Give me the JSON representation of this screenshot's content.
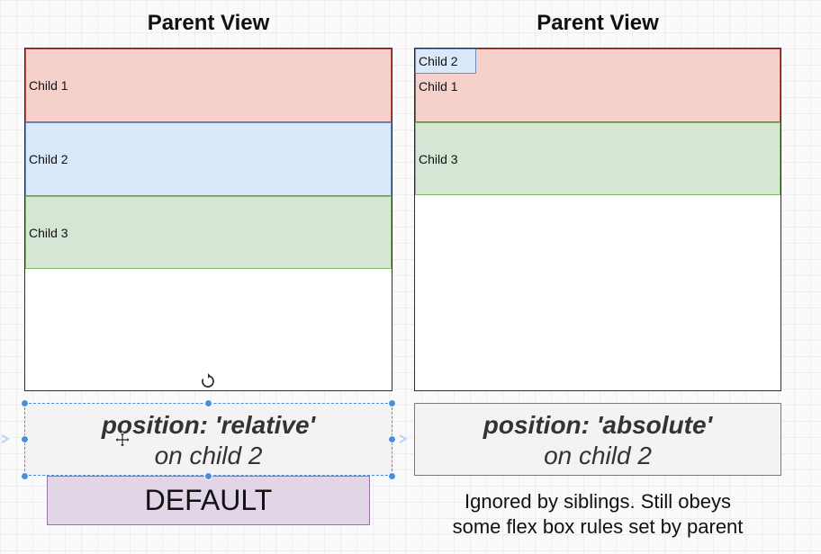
{
  "left_panel": {
    "title": "Parent View",
    "children": [
      {
        "label": "Child 1",
        "color": "#f6d1cc"
      },
      {
        "label": "Child 2",
        "color": "#dae8fc"
      },
      {
        "label": "Child 3",
        "color": "#d5e6d5"
      }
    ],
    "position_label": {
      "line1": "position: 'relative'",
      "line2": "on child 2"
    },
    "default_label": "DEFAULT"
  },
  "right_panel": {
    "title": "Parent View",
    "children": [
      {
        "label": "Child 2",
        "color": "#dae8fc"
      },
      {
        "label": "Child 1",
        "color": "#f6d1cc"
      },
      {
        "label": "Child 3",
        "color": "#d5e6d5"
      }
    ],
    "position_label": {
      "line1": "position: 'absolute'",
      "line2": "on child 2"
    },
    "note": {
      "line1": "Ignored by siblings.  Still obeys",
      "line2": "some flex box rules set by parent"
    }
  },
  "icons": {
    "rotate": "rotate-handle-icon",
    "move": "move-cursor-icon",
    "link_arrows": "link-arrow-icon"
  },
  "colors": {
    "selection": "#4a90d9",
    "default_fill": "#e1d5e7"
  }
}
